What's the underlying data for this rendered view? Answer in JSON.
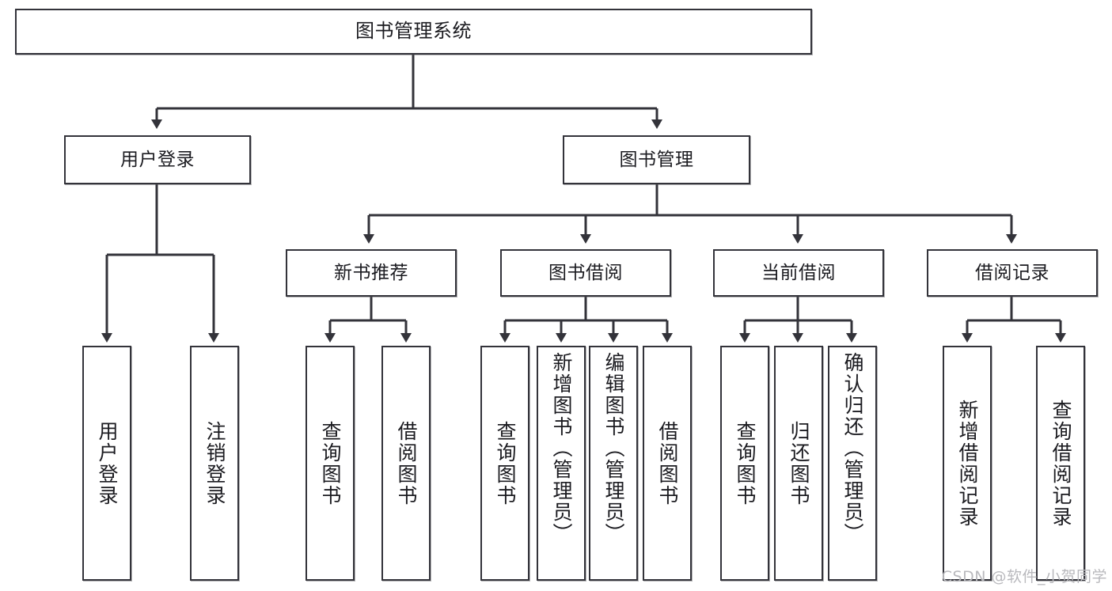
{
  "diagram": {
    "title": "图书管理系统",
    "watermark": "CSDN @软件_小贺同学",
    "colors": {
      "box_border": "#33333a",
      "box_fill": "#ffffff",
      "line": "#33333a",
      "text": "#1b1b20",
      "watermark": "#b9b9bd"
    },
    "root": {
      "label": "图书管理系统"
    },
    "level2": [
      {
        "label": "用户登录"
      },
      {
        "label": "图书管理"
      }
    ],
    "level3": [
      {
        "label": "新书推荐"
      },
      {
        "label": "图书借阅"
      },
      {
        "label": "当前借阅"
      },
      {
        "label": "借阅记录"
      }
    ],
    "leaves": {
      "user_login": [
        {
          "label": "用户登录"
        },
        {
          "label": "注销登录"
        }
      ],
      "new_book_recommend": [
        {
          "label": "查询图书"
        },
        {
          "label": "借阅图书"
        }
      ],
      "book_borrow": [
        {
          "label": "查询图书"
        },
        {
          "label": "新增图书（管理员）"
        },
        {
          "label": "编辑图书（管理员）"
        },
        {
          "label": "借阅图书"
        }
      ],
      "current_borrow": [
        {
          "label": "查询图书"
        },
        {
          "label": "归还图书"
        },
        {
          "label": "确认归还（管理员）"
        }
      ],
      "borrow_record": [
        {
          "label": "新增借阅记录"
        },
        {
          "label": "查询借阅记录"
        }
      ]
    }
  }
}
